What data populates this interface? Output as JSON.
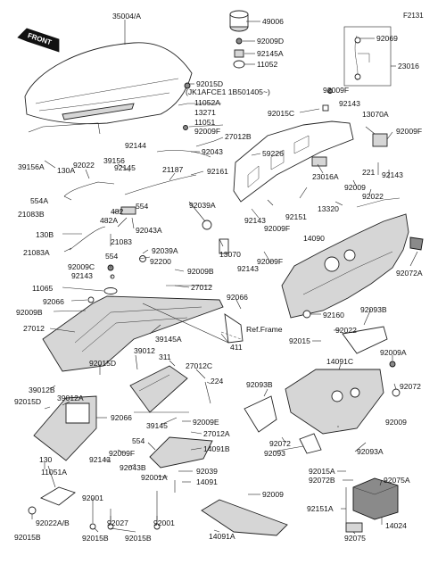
{
  "diagram_code": "F2131",
  "front_badge": "FRONT",
  "ref_frame": "Ref.Frame",
  "frame_note": "(JK1AFCE1 1B501405~)",
  "labels": {
    "p35004a": "35004/A",
    "p49006": "49006",
    "p92009d": "92009D",
    "p92145a": "92145A",
    "p11052": "11052",
    "p92069": "92069",
    "p23016": "23016",
    "p92015d_a": "92015D",
    "p11052a": "11052A",
    "p13271": "13271",
    "p11051": "11051",
    "p92009f_a": "92009F",
    "p92009f_b": "92009F",
    "p92143_a": "92143",
    "p13070a": "13070A",
    "p92015c": "92015C",
    "p92009f_c": "92009F",
    "p92144": "92144",
    "p27012b": "27012B",
    "p92043": "92043",
    "p59226": "59226",
    "p39156a": "39156A",
    "p130a": "130A",
    "p92022": "92022",
    "p39156": "39156",
    "p92145": "92145",
    "p21187": "21187",
    "p92161": "92161",
    "p23016a": "23016A",
    "p221": "221",
    "p92143_b": "92143",
    "p554a": "554A",
    "p21083b": "21083B",
    "p482": "482",
    "p554_a": "554",
    "p482a": "482A",
    "p92043a": "92043A",
    "p92039a_a": "92039A",
    "p92009_a": "92009",
    "p92022_b": "92022",
    "p13320": "13320",
    "p92151": "92151",
    "p92143_c": "92143",
    "p92009f_d": "92009F",
    "p14090": "14090",
    "p130b": "130B",
    "p21083": "21083",
    "p21083a": "21083A",
    "p554_b": "554",
    "p92039a_b": "92039A",
    "p13070": "13070",
    "p92200": "92200",
    "p92009c": "92009C",
    "p92009b_a": "92009B",
    "p92143_d": "92143",
    "p92009f_e": "92009F",
    "p92072a": "92072A",
    "p11065": "11065",
    "p27012": "27012",
    "p92066_a": "92066",
    "p92066_b": "92066",
    "p92009b_b": "92009B",
    "p92160": "92160",
    "p92093b_a": "92093B",
    "p27012_b": "27012",
    "p411": "411",
    "p39145a": "39145A",
    "p92015": "92015",
    "p92022_c": "92022",
    "p92009a": "92009A",
    "p39012": "39012",
    "p92015d_b": "92015D",
    "p311": "311",
    "p27012c": "27012C",
    "p14091c": "14091C",
    "p39012b": "39012B",
    "p224": "224",
    "p92072": "92072",
    "p92015d_c": "92015D",
    "p39012a": "39012A",
    "p92093b_b": "92093B",
    "p92066_c": "92066",
    "p39145": "39145",
    "p92009e": "92009E",
    "p27012a": "27012A",
    "p92072_b": "92072",
    "p92093": "92093",
    "p92009_b": "92009",
    "p92009f_f": "92009F",
    "p554_c": "554",
    "p92143_e": "92143",
    "p14091b": "14091B",
    "p92043b": "92043B",
    "p92093a": "92093A",
    "p130": "130",
    "p11051a": "11051A",
    "p92001a": "92001A",
    "p92039": "92039",
    "p14091": "14091",
    "p92015a": "92015A",
    "p92072b": "92072B",
    "p92075a": "92075A",
    "p92001": "92001",
    "p92009_c": "92009",
    "p92022ab": "92022A/B",
    "p92027": "92027",
    "p92001_b": "92001",
    "p92151a": "92151A",
    "p14024": "14024",
    "p92015b_a": "92015B",
    "p92015b_b": "92015B",
    "p92015b_c": "92015B",
    "p14091a": "14091A",
    "p92075": "92075"
  }
}
